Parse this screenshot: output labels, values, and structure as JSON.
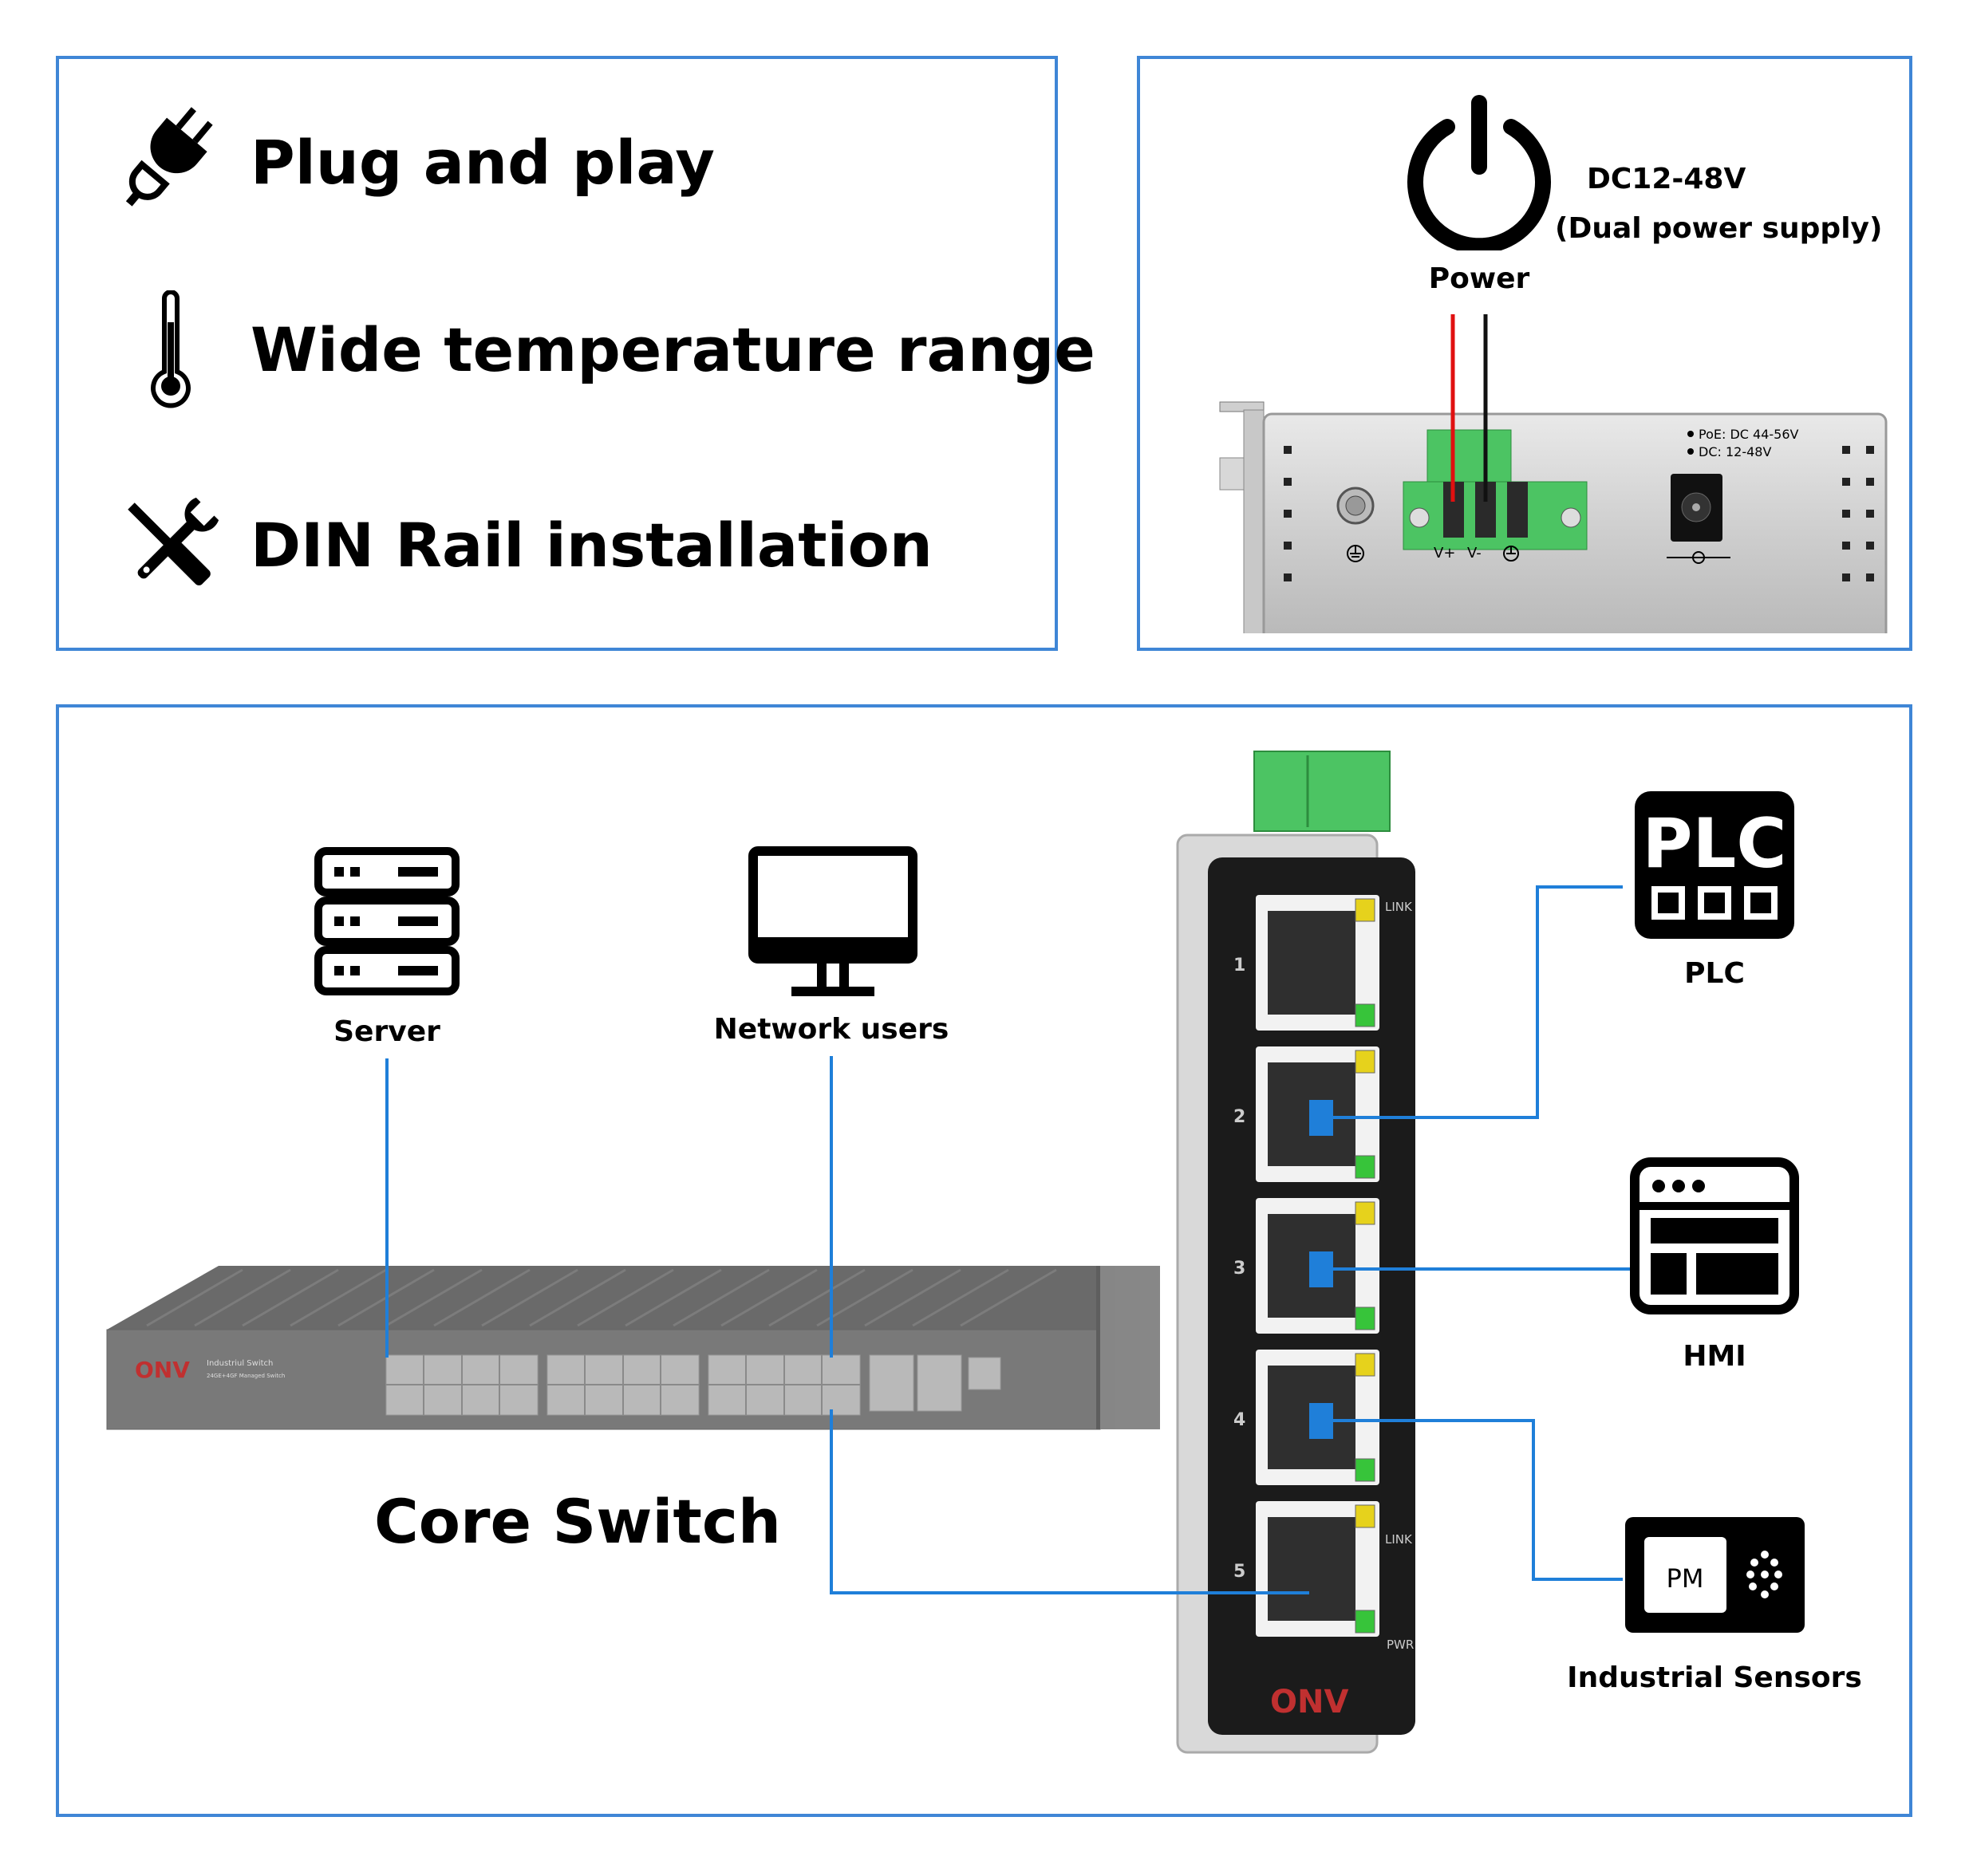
{
  "features": [
    {
      "icon": "plug-icon",
      "text": "Plug and play"
    },
    {
      "icon": "thermometer-icon",
      "text": "Wide temperature range"
    },
    {
      "icon": "tools-icon",
      "text": "DIN Rail installation"
    }
  ],
  "power": {
    "label": "Power",
    "voltage": "DC12-48V",
    "supply_note": "(Dual power supply)",
    "device_notes": [
      "PoE: DC 44-56V",
      "DC: 12-48V"
    ],
    "terminals": [
      "V+",
      "V-"
    ]
  },
  "network": {
    "server_label": "Server",
    "users_label": "Network users",
    "core_switch_label": "Core Switch",
    "core_switch_brand": "ONV",
    "core_switch_name": "Industriul Switch",
    "core_switch_model": "24GE+4GF Managed Switch",
    "din_switch_brand": "ONV",
    "port_numbers": [
      "1",
      "2",
      "3",
      "4",
      "5"
    ],
    "link_label": "LINK",
    "pwr_label": "PWR",
    "devices": [
      {
        "icon": "plc-icon",
        "label": "PLC",
        "icon_text": "PLC"
      },
      {
        "icon": "hmi-icon",
        "label": "HMI"
      },
      {
        "icon": "industrial-sensor-icon",
        "label": "Industrial Sensors",
        "icon_text": "PM"
      }
    ],
    "line_color": "#1f7fd9",
    "border_color": "#3f86d6"
  }
}
